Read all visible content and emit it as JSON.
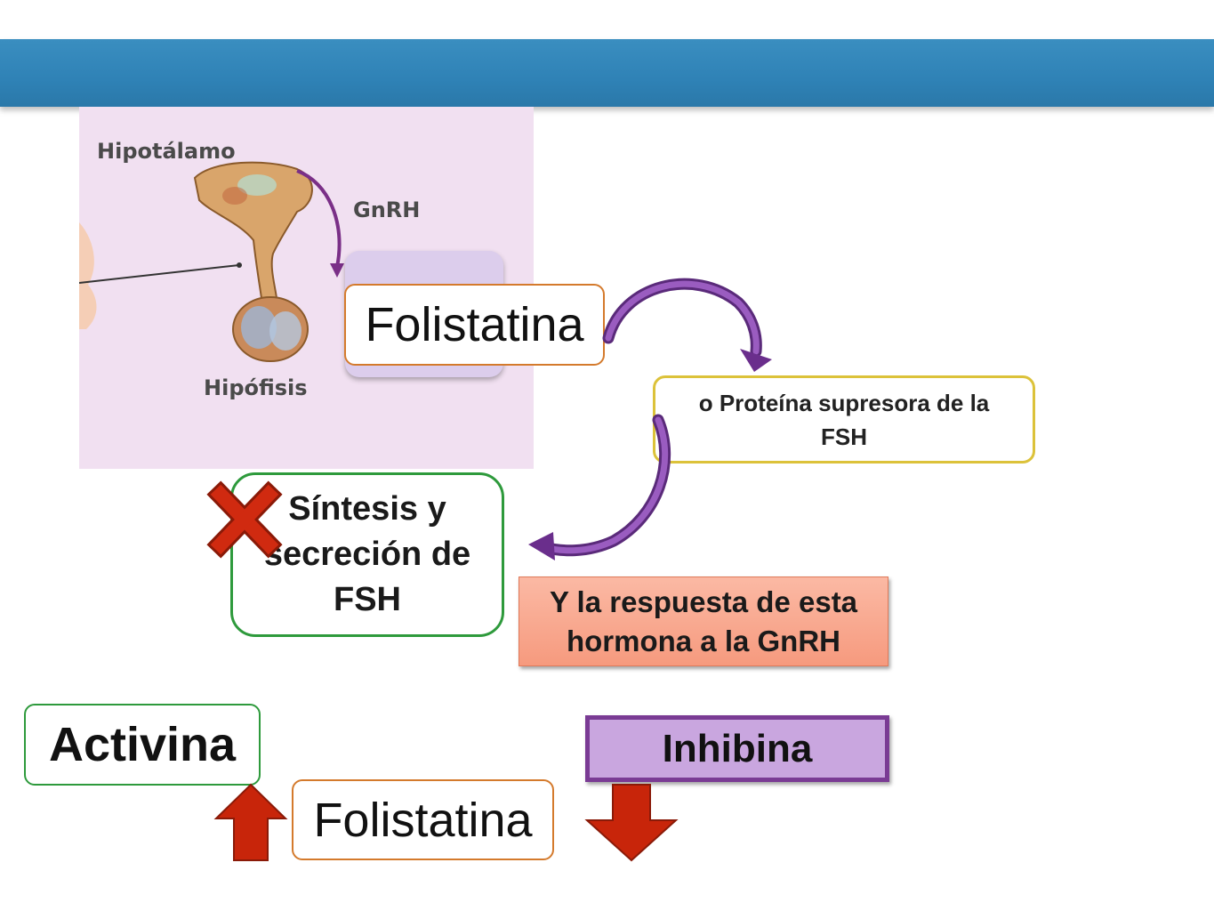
{
  "illustration": {
    "hipotalamo": "Hipotálamo",
    "gnrh": "GnRH",
    "hipofisis": "Hipófisis"
  },
  "boxes": {
    "folistatina_top": "Folistatina",
    "proteina": "o Proteína supresora de la FSH",
    "sintesis": "Síntesis y secreción de FSH",
    "respuesta": "Y la respuesta de esta hormona a la GnRH",
    "activina": "Activina",
    "inhibina": "Inhibina",
    "folistatina_bottom": "Folistatina"
  },
  "colors": {
    "header_blue": "#2f82b6",
    "orange_border": "#d47a2c",
    "green_border": "#2e9a3c",
    "yellow_border": "#dcc23a",
    "purple_arrow": "#6a2e8c",
    "red_arrow": "#c8250a",
    "inhibina_fill": "#c9a6df",
    "salmon_fill": "#f69a7e"
  },
  "icons": {
    "block_mark": "red-x-icon",
    "increase": "red-up-arrow-icon",
    "decrease": "red-down-arrow-icon",
    "flow": "purple-curved-arrow-icon"
  }
}
